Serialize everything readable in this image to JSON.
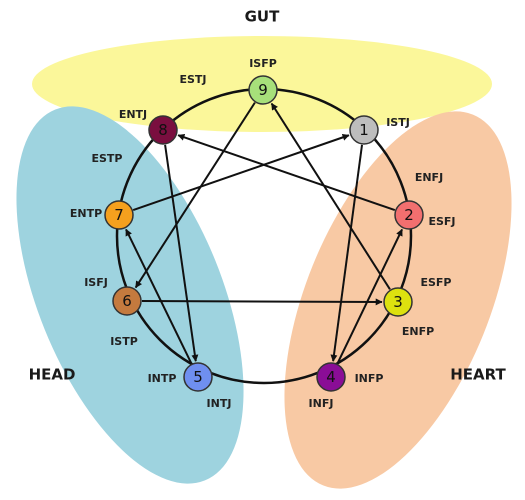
{
  "centers": {
    "gut": "GUT",
    "head": "HEAD",
    "heart": "HEART"
  },
  "center_colors": {
    "gut": "#fbf79a",
    "head": "#9ed3df",
    "heart": "#f8c9a4"
  },
  "nodes": [
    {
      "id": "n1",
      "number": "1",
      "color": "#bdbdbd",
      "text_color": "#ffffff",
      "labels": [
        "ISTJ"
      ]
    },
    {
      "id": "n2",
      "number": "2",
      "color": "#f26f6f",
      "text_color": "#111111",
      "labels": [
        "ENFJ",
        "ESFJ"
      ]
    },
    {
      "id": "n3",
      "number": "3",
      "color": "#dde10f",
      "text_color": "#111111",
      "labels": [
        "ESFP",
        "ENFP"
      ]
    },
    {
      "id": "n4",
      "number": "4",
      "color": "#8a0d96",
      "text_color": "#111111",
      "labels": [
        "INFP",
        "INFJ"
      ]
    },
    {
      "id": "n5",
      "number": "5",
      "color": "#6f8ff0",
      "text_color": "#ffffff",
      "labels": [
        "INTP",
        "INTJ"
      ]
    },
    {
      "id": "n6",
      "number": "6",
      "color": "#c47a3e",
      "text_color": "#ffffff",
      "labels": [
        "ISFJ",
        "ISTP"
      ]
    },
    {
      "id": "n7",
      "number": "7",
      "color": "#f5a01e",
      "text_color": "#ffffff",
      "labels": [
        "ENTP",
        "ESTP"
      ]
    },
    {
      "id": "n8",
      "number": "8",
      "color": "#7a0e3f",
      "text_color": "#ffffff",
      "labels": [
        "ENTJ",
        "ESTJ"
      ]
    },
    {
      "id": "n9",
      "number": "9",
      "color": "#a7e07a",
      "text_color": "#111111",
      "labels": [
        "ISFP"
      ]
    }
  ],
  "arrows": [
    {
      "from": "1",
      "to": "4"
    },
    {
      "from": "4",
      "to": "2"
    },
    {
      "from": "2",
      "to": "8"
    },
    {
      "from": "8",
      "to": "5"
    },
    {
      "from": "5",
      "to": "7"
    },
    {
      "from": "7",
      "to": "1"
    },
    {
      "from": "3",
      "to": "9"
    },
    {
      "from": "9",
      "to": "6"
    },
    {
      "from": "6",
      "to": "3"
    }
  ]
}
